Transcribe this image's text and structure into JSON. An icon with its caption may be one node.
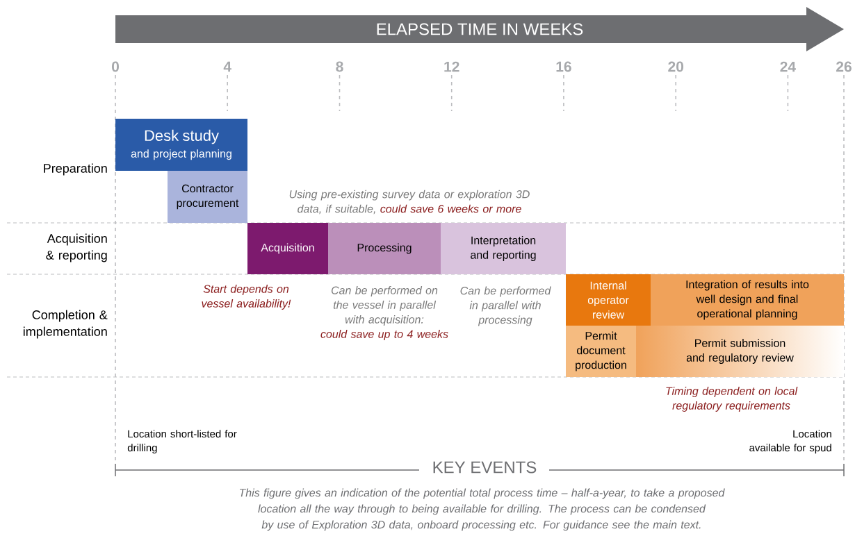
{
  "diagram": {
    "title": "ELAPSED TIME IN WEEKS",
    "caption": "This figure gives an indication of the potential total process time – half-a-year, to take a proposed location all the way through to being available for drilling. The process can be condensed by use of Exploration 3D data, onboard processing etc. For guidance see the main text.",
    "nodes": [
      {
        "text": [
          "Desk study",
          "and project planning"
        ]
      },
      {
        "text": [
          "Contractor procurement"
        ]
      },
      {
        "text": [
          "Acquisition"
        ]
      },
      {
        "text": [
          "Processing"
        ]
      },
      {
        "text": [
          "Interpretation and reporting"
        ]
      },
      {
        "text": [
          "Internal operator review"
        ]
      },
      {
        "text": [
          "Integration of results into well design and final operational planning"
        ]
      },
      {
        "text": [
          "Permit document production"
        ]
      },
      {
        "text": [
          "Permit submission and regulatory review"
        ]
      }
    ],
    "labels": [
      "0",
      "4",
      "8",
      "12",
      "16",
      "20",
      "24",
      "26",
      "Preparation",
      "Acquisition & reporting",
      "Completion & implementation",
      "Using pre-existing survey data or exploration 3D data, if suitable,",
      "could save 6 weeks or more",
      "Start depends on vessel availability!",
      "Can be performed on the vessel in parallel with acquisition:",
      "could save up to 4 weeks",
      "Can be performed in parallel with processing",
      "Timing dependent on local regulatory requirements",
      "Location short-listed for drilling",
      "Location available for spud",
      "KEY EVENTS"
    ]
  }
}
